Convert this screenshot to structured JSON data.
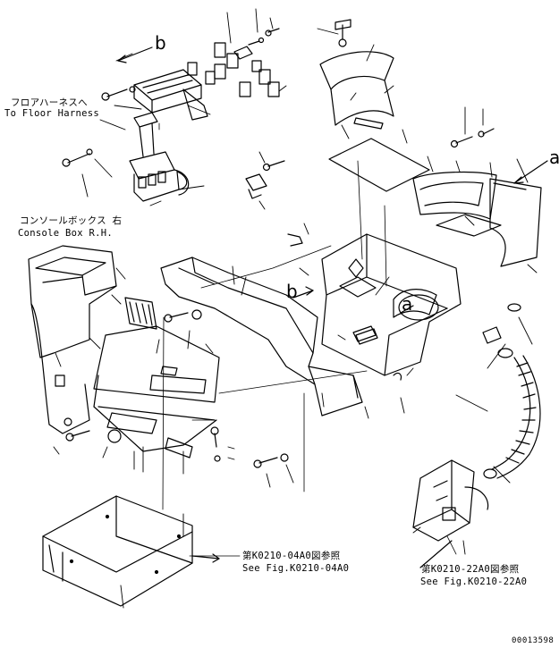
{
  "labels": {
    "floor_harness_jp": "フロアハーネスへ",
    "floor_harness_en": "To Floor Harness",
    "console_box_jp": "コンソールボックス 右",
    "console_box_en": "Console Box R.H.",
    "ref_a_top": "a",
    "ref_b_top": "b",
    "ref_b_mid": "b",
    "ref_a_mid": "a",
    "fig1_jp": "第K0210-04A0図参照",
    "fig1_en": "See Fig.K0210-04A0",
    "fig2_jp": "第K0210-22A0図参照",
    "fig2_en": "See Fig.K0210-22A0",
    "drawing_no": "00013598"
  }
}
